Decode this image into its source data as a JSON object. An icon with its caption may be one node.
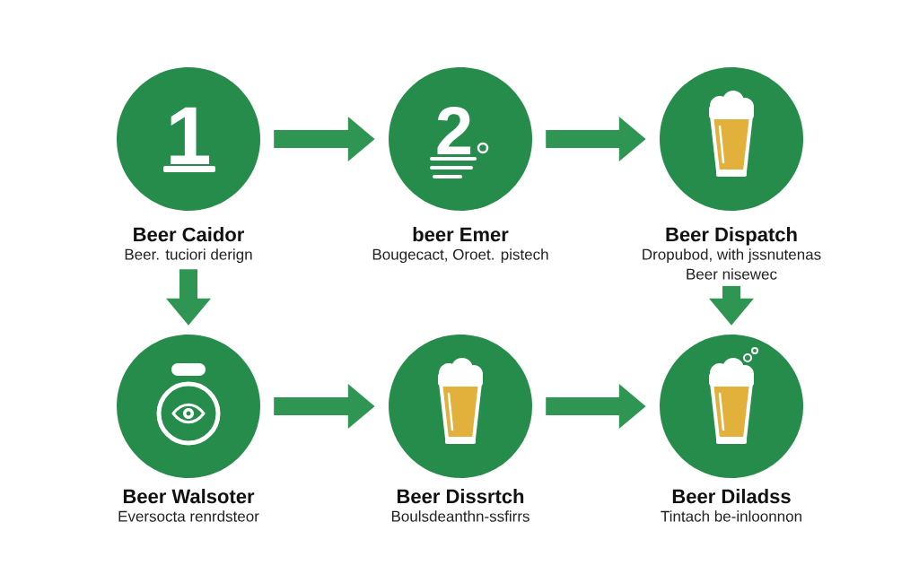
{
  "diagram": {
    "nodes": [
      {
        "text": [
          "1",
          "Beer Caidor",
          "Beer. tuciori derign"
        ]
      },
      {
        "text": [
          "2",
          "beer Emer",
          "Bougecact, Oroet. pistech"
        ]
      },
      {
        "text": [
          "Beer Dispatch",
          "Dropubod, with jssnutenas Beer nisewec"
        ]
      },
      {
        "text": [
          "Beer Walsoter",
          "Eversocta renrdsteor"
        ]
      },
      {
        "text": [
          "Beer Dissrtch",
          "Boulsdeanthn-ssfirrs"
        ]
      },
      {
        "text": [
          "Beer Diladss",
          "Tintach be-inloonnon"
        ]
      }
    ],
    "edges": [
      {
        "from": 0,
        "to": 1,
        "arrow": "to"
      },
      {
        "from": 1,
        "to": 2,
        "arrow": "to"
      },
      {
        "from": 0,
        "to": 3,
        "arrow": "to"
      },
      {
        "from": 2,
        "to": 5,
        "arrow": "to"
      },
      {
        "from": 3,
        "to": 4,
        "arrow": "to"
      },
      {
        "from": 4,
        "to": 5,
        "arrow": "to"
      }
    ]
  }
}
